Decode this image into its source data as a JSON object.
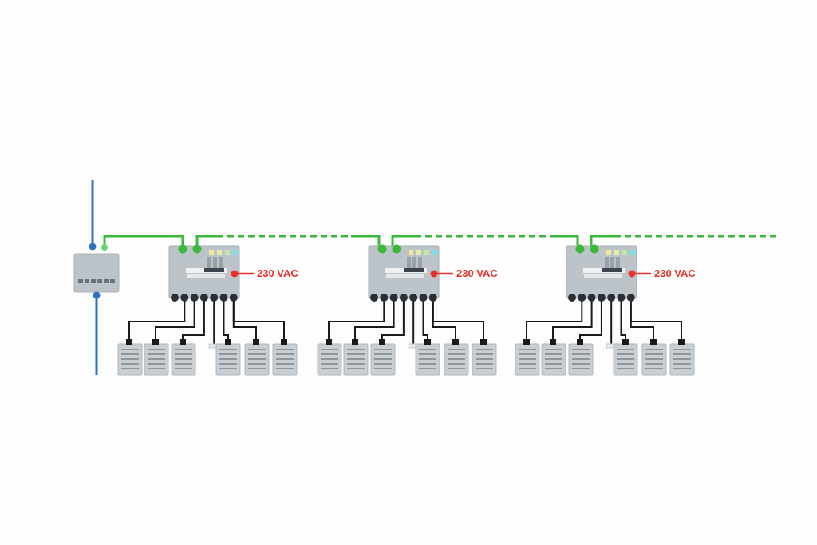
{
  "colors": {
    "bus": "#3ab83a",
    "uplink": "#2a74c4",
    "power": "#e8322a",
    "cable": "#1a1a1a",
    "device": "#c9ced3",
    "box": "#bcc4ca"
  },
  "switch": {
    "name": "network-switch"
  },
  "controllers": [
    {
      "power_label": "230 VAC"
    },
    {
      "power_label": "230 VAC"
    },
    {
      "power_label": "230 VAC"
    }
  ],
  "devices_per_controller": 6
}
